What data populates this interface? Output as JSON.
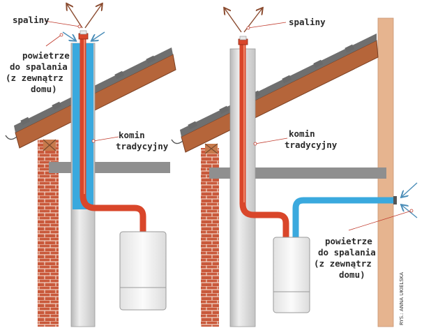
{
  "left_diagram": {
    "label_flue": "spaliny",
    "label_air": [
      "powietrze",
      "do spalania",
      "(z zewnątrz",
      "domu)"
    ],
    "label_chimney": [
      "komin",
      "tradycyjny"
    ]
  },
  "right_diagram": {
    "label_flue": "spaliny",
    "label_air": [
      "powietrze",
      "do spalania",
      "(z zewnątrz",
      "domu)"
    ],
    "label_chimney": [
      "komin",
      "tradycyjny"
    ]
  },
  "credit": "RYS.: ANNA UKIELSKA",
  "colors": {
    "flue_pipe": "#d9462a",
    "air_duct": "#3aa9de",
    "chimney": "#d8d8d8",
    "roof": "#b5653a",
    "brick": "#c9593b",
    "beam": "#8f8f8f",
    "wall": "#e6b48f",
    "boiler": "#f2f2f2"
  },
  "icons": {
    "air_arrow": "blue-arrow-icon",
    "flue_arrow": "brown-arrow-icon"
  }
}
